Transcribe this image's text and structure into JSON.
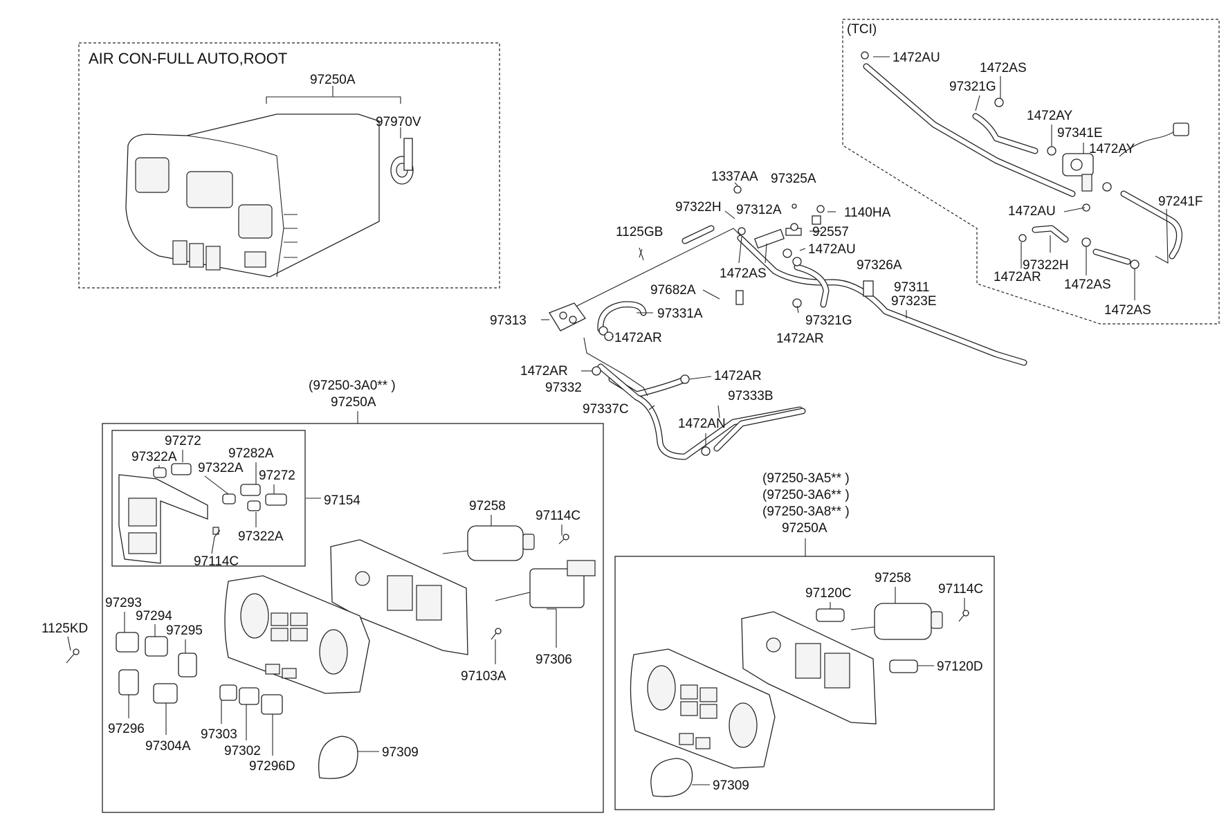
{
  "groups": {
    "root_title": "AIR CON-FULL AUTO,ROOT",
    "tci_title": "(TCI)"
  },
  "labels": {
    "root_97250A": "97250A",
    "root_97970V": "97970V",
    "tci_1472AU_a": "1472AU",
    "tci_1472AS_a": "1472AS",
    "tci_97321G": "97321G",
    "tci_1472AY_a": "1472AY",
    "tci_97341E": "97341E",
    "tci_1472AY_b": "1472AY",
    "tci_1472AU_b": "1472AU",
    "tci_97241F": "97241F",
    "tci_97322H": "97322H",
    "tci_1472AR": "1472AR",
    "tci_1472AS_b": "1472AS",
    "tci_1472AS_c": "1472AS",
    "m_1337AA": "1337AA",
    "m_97325A": "97325A",
    "m_97322H": "97322H",
    "m_97312A": "97312A",
    "m_1140HA": "1140HA",
    "m_1125GB": "1125GB",
    "m_92557": "92557",
    "m_1472AU": "1472AU",
    "m_1472AS": "1472AS",
    "m_97326A": "97326A",
    "m_97682A": "97682A",
    "m_97311": "97311",
    "m_97323E": "97323E",
    "m_97331A": "97331A",
    "m_97313": "97313",
    "m_1472AR_a": "1472AR",
    "m_97321G": "97321G",
    "m_1472AR_b": "1472AR",
    "m_1472AR_c": "1472AR",
    "m_1472AR_d": "1472AR",
    "m_97332": "97332",
    "m_97333B": "97333B",
    "m_97337C": "97337C",
    "m_1472AN": "1472AN",
    "l_head_1": "(97250-3A0** )",
    "l_head_2": "97250A",
    "l_97272_a": "97272",
    "l_97322A_a": "97322A",
    "l_97282A": "97282A",
    "l_97322A_b": "97322A",
    "l_97272_b": "97272",
    "l_97154": "97154",
    "l_97322A_c": "97322A",
    "l_97114C_a": "97114C",
    "l_97258": "97258",
    "l_97114C_b": "97114C",
    "l_97293": "97293",
    "l_97294": "97294",
    "l_97295": "97295",
    "l_1125KD": "1125KD",
    "l_97296": "97296",
    "l_97304A": "97304A",
    "l_97303": "97303",
    "l_97302": "97302",
    "l_97296D": "97296D",
    "l_97309": "97309",
    "l_97103A": "97103A",
    "l_97306": "97306",
    "r_head_1": "(97250-3A5** )",
    "r_head_2": "(97250-3A6** )",
    "r_head_3": "(97250-3A8** )",
    "r_head_4": "97250A",
    "r_97258": "97258",
    "r_97120C": "97120C",
    "r_97114C": "97114C",
    "r_97120D": "97120D",
    "r_97309": "97309"
  }
}
